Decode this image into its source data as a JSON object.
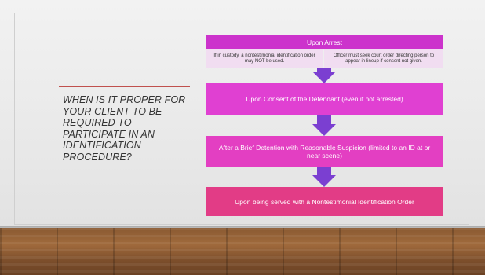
{
  "slide": {
    "question": "WHEN IS IT PROPER FOR YOUR CLIENT TO BE REQUIRED TO PARTICIPATE IN AN IDENTIFICATION PROCEDURE?"
  },
  "diagram": {
    "step1": {
      "label": "Upon Arrest",
      "note_left": "If in custody, a nontestimonial identification order may NOT be used.",
      "note_right": "Officer must seek court order directing person to appear in lineup if consent not given."
    },
    "step2": {
      "label": "Upon Consent of the Defendant (even if not arrested)"
    },
    "step3": {
      "label": "After a Brief Detention with Reasonable Suspicion (limited to an ID at or near scene)"
    },
    "step4": {
      "label": "Upon being served with a Nontestimonial Identification Order"
    },
    "colors": {
      "step1": "#cc33cc",
      "step2": "#e040d2",
      "step3": "#e33fc2",
      "step4": "#e23c86",
      "arrow": "#7b3fd1",
      "rule": "#c0504d"
    }
  }
}
